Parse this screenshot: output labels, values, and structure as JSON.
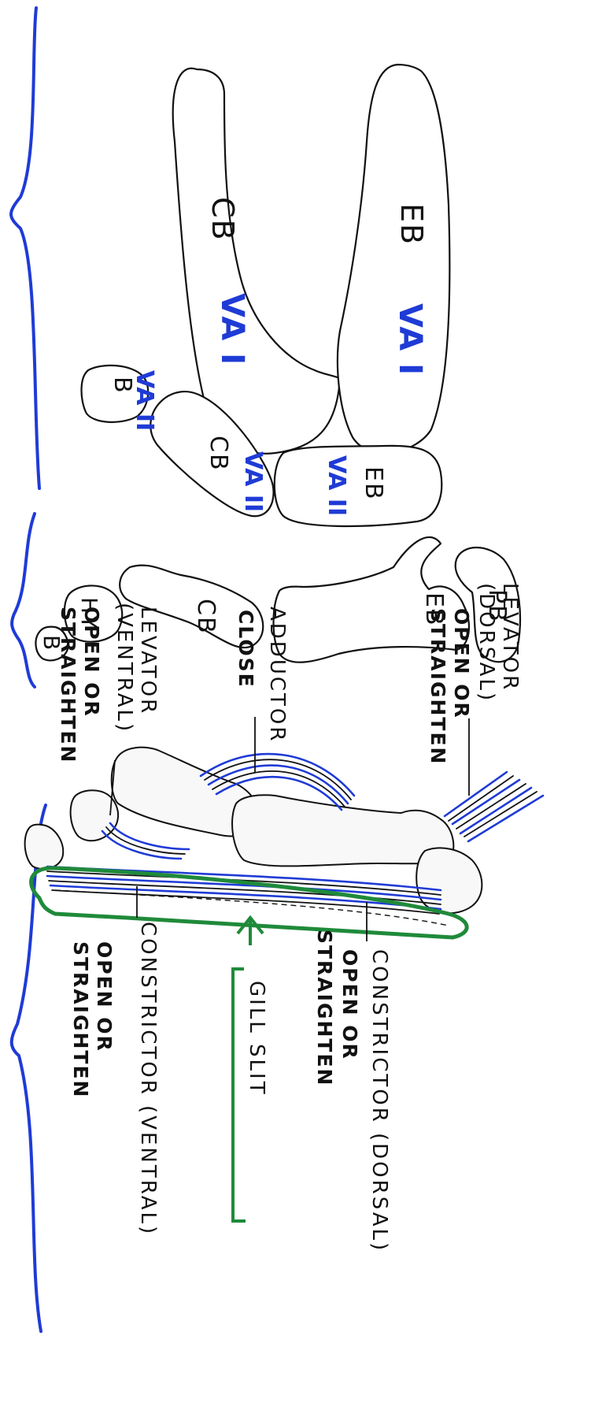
{
  "colors": {
    "accent_blue": "#1f3bd6",
    "gill_green": "#1f8a3a",
    "ink": "#111111"
  },
  "top_group": {
    "eb_large": "EB",
    "eb_large_tag": "VA I",
    "cb_large": "CB",
    "cb_large_tag": "VA I",
    "eb_small": "EB",
    "eb_small_tag": "VA II",
    "cb_small": "CB",
    "cb_small_tag": "VA II",
    "b_small": "B",
    "b_small_tag": "VA II"
  },
  "middle_group": {
    "pb": "PB",
    "eb": "EB",
    "cb": "CB",
    "hy": "HY",
    "b": "B"
  },
  "labels": {
    "levator_dorsal_1": "LEVATOR",
    "levator_dorsal_2": "(DORSAL)",
    "levator_dorsal_action_1": "OPEN OR",
    "levator_dorsal_action_2": "STRAIGHTEN",
    "adductor": "ADDUCTOR",
    "adductor_action": "CLOSE",
    "levator_ventral_1": "LEVATOR",
    "levator_ventral_2": "(VENTRAL)",
    "levator_ventral_action_1": "OPEN OR",
    "levator_ventral_action_2": "STRAIGHTEN",
    "constrictor_dorsal": "CONSTRICTOR (DORSAL)",
    "constrictor_dorsal_action_1": "OPEN OR",
    "constrictor_dorsal_action_2": "STRAIGHTEN",
    "gill_slit": "GILL SLIT",
    "constrictor_ventral": "CONSTRICTOR (VENTRAL)",
    "constrictor_ventral_action_1": "OPEN OR",
    "constrictor_ventral_action_2": "STRAIGHTEN"
  }
}
